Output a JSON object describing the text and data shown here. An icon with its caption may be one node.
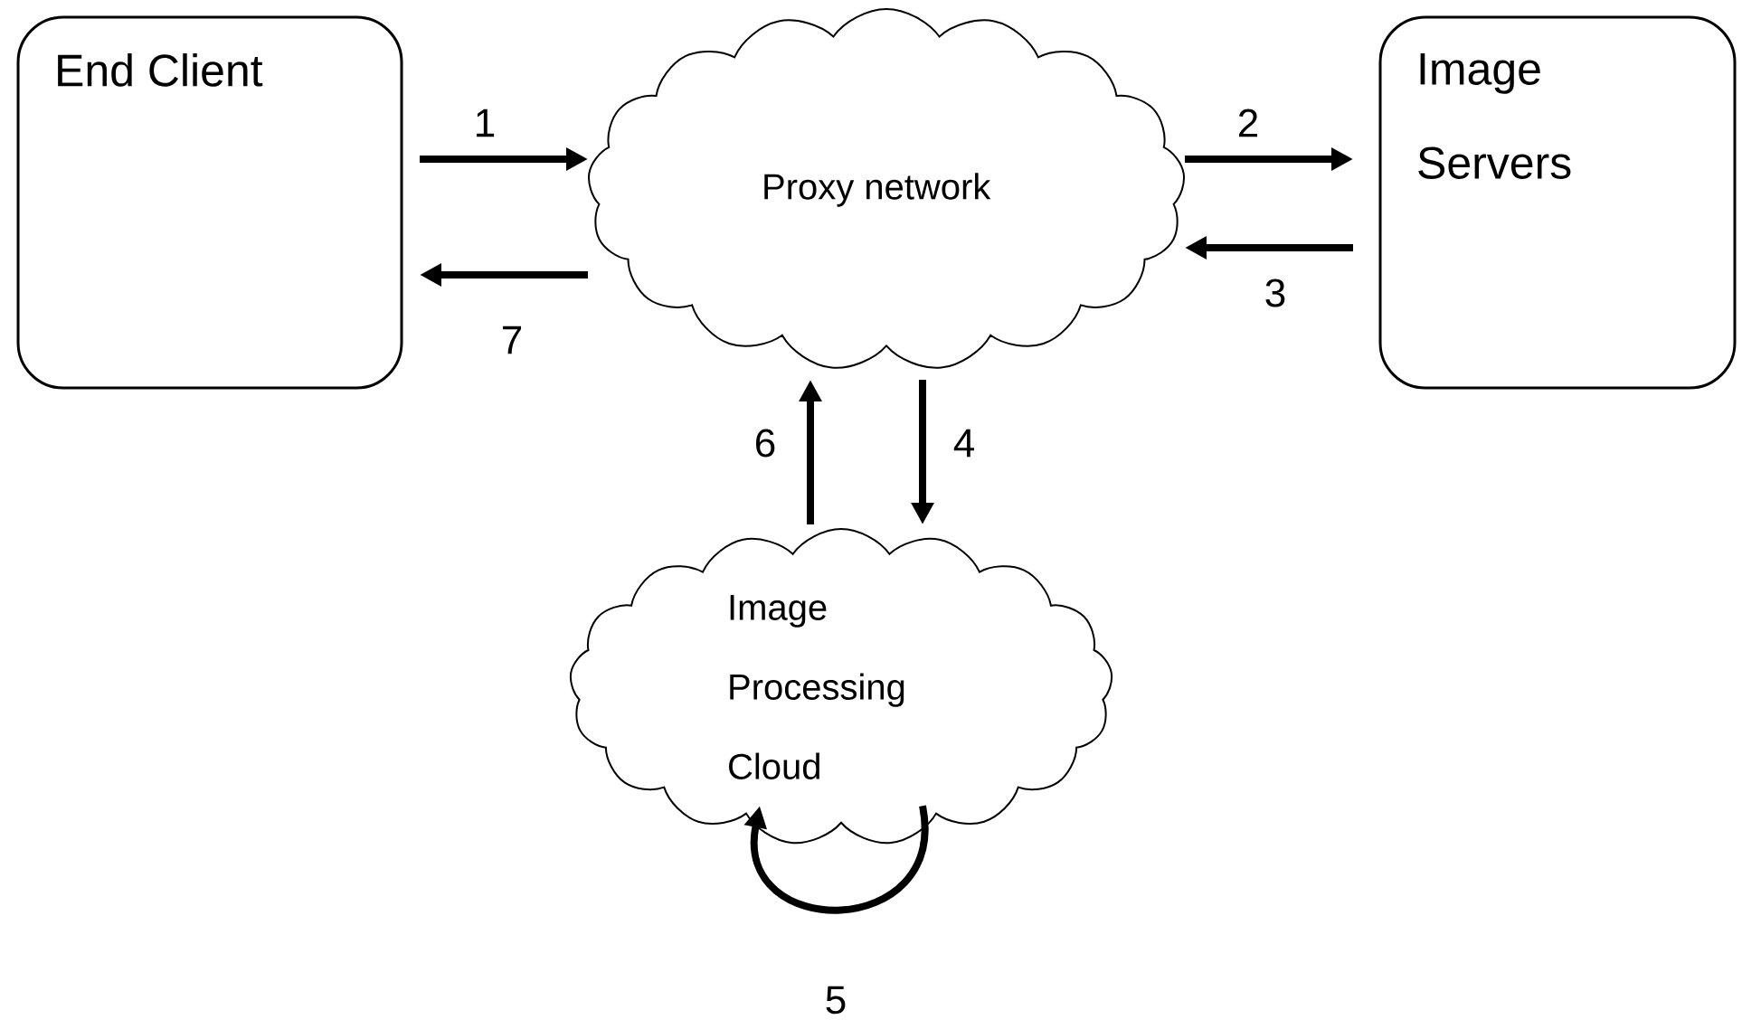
{
  "diagram": {
    "nodes": [
      {
        "text": [
          "End Client"
        ]
      },
      {
        "text": [
          "Proxy network"
        ]
      },
      {
        "text": [
          "Image Servers"
        ]
      },
      {
        "text": [
          "Image Processing Cloud"
        ]
      }
    ],
    "edges": [
      {
        "from": 0,
        "to": 1,
        "arrow": "to",
        "label": "1"
      },
      {
        "from": 1,
        "to": 2,
        "arrow": "to",
        "label": "2"
      },
      {
        "from": 2,
        "to": 1,
        "arrow": "to",
        "label": "3"
      },
      {
        "from": 1,
        "to": 3,
        "arrow": "to",
        "label": "4"
      },
      {
        "from": 3,
        "to": 3,
        "arrow": "to",
        "label": "5"
      },
      {
        "from": 3,
        "to": 1,
        "arrow": "to",
        "label": "6"
      },
      {
        "from": 1,
        "to": 0,
        "arrow": "to",
        "label": "7"
      }
    ]
  }
}
